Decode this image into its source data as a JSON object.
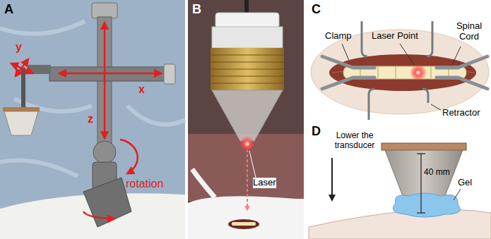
{
  "diagram": {
    "labels": [
      "A",
      "y",
      "x",
      "z",
      "rotation",
      "B",
      "Laser",
      "C",
      "Clamp",
      "Laser Point",
      "Spinal Cord",
      "Retractor",
      "D",
      "Lower the transducer",
      "40 mm",
      "Gel"
    ]
  }
}
